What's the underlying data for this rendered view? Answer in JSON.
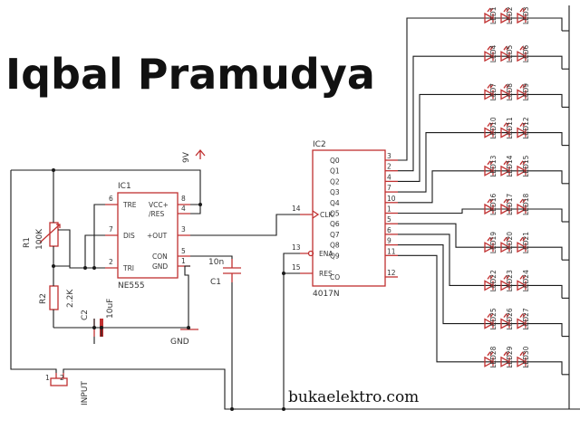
{
  "title": "Iqbal Pramudya",
  "website": "bukaelektro.com",
  "power": "9V",
  "ground": "GND",
  "input": "INPUT",
  "r1": {
    "ref": "R1",
    "value": "100K"
  },
  "r2": {
    "ref": "R2",
    "value": "2.2K"
  },
  "c1": {
    "ref": "C1",
    "value": "10n"
  },
  "c2": {
    "ref": "C2",
    "value": "10uF"
  },
  "ic1": {
    "ref": "IC1",
    "part": "NE555",
    "pins_left": [
      {
        "num": "6",
        "name": "TRE"
      },
      {
        "num": "7",
        "name": "DIS"
      },
      {
        "num": "2",
        "name": "TRI"
      }
    ],
    "pins_right": [
      {
        "num": "8",
        "name": "VCC+"
      },
      {
        "num": "4",
        "name": "/RES"
      },
      {
        "num": "3",
        "name": "+OUT"
      },
      {
        "num": "5",
        "name": "CON"
      },
      {
        "num": "1",
        "name": "GND"
      }
    ]
  },
  "ic2": {
    "ref": "IC2",
    "part": "4017N",
    "pins_left": [
      {
        "num": "14",
        "name": "CLK"
      },
      {
        "num": "13",
        "name": "ENA"
      },
      {
        "num": "15",
        "name": "RES"
      }
    ],
    "pins_right": [
      {
        "num": "3",
        "name": "Q0"
      },
      {
        "num": "2",
        "name": "Q1"
      },
      {
        "num": "4",
        "name": "Q2"
      },
      {
        "num": "7",
        "name": "Q3"
      },
      {
        "num": "10",
        "name": "Q4"
      },
      {
        "num": "1",
        "name": "Q5"
      },
      {
        "num": "5",
        "name": "Q6"
      },
      {
        "num": "6",
        "name": "Q7"
      },
      {
        "num": "9",
        "name": "Q8"
      },
      {
        "num": "11",
        "name": "Q9"
      },
      {
        "num": "12",
        "name": "CO"
      }
    ]
  },
  "led_groups": [
    [
      "LED1",
      "LED2",
      "LED3"
    ],
    [
      "LED4",
      "LED5",
      "LED6"
    ],
    [
      "LED7",
      "LED8",
      "LED9"
    ],
    [
      "LED10",
      "LED11",
      "LED12"
    ],
    [
      "LED13",
      "LED14",
      "LED15"
    ],
    [
      "LED16",
      "LED17",
      "LED18"
    ],
    [
      "LED19",
      "LED20",
      "LED21"
    ],
    [
      "LED22",
      "LED23",
      "LED24"
    ],
    [
      "LED25",
      "LED26",
      "LED27"
    ],
    [
      "LED28",
      "LED29",
      "LED30"
    ]
  ]
}
